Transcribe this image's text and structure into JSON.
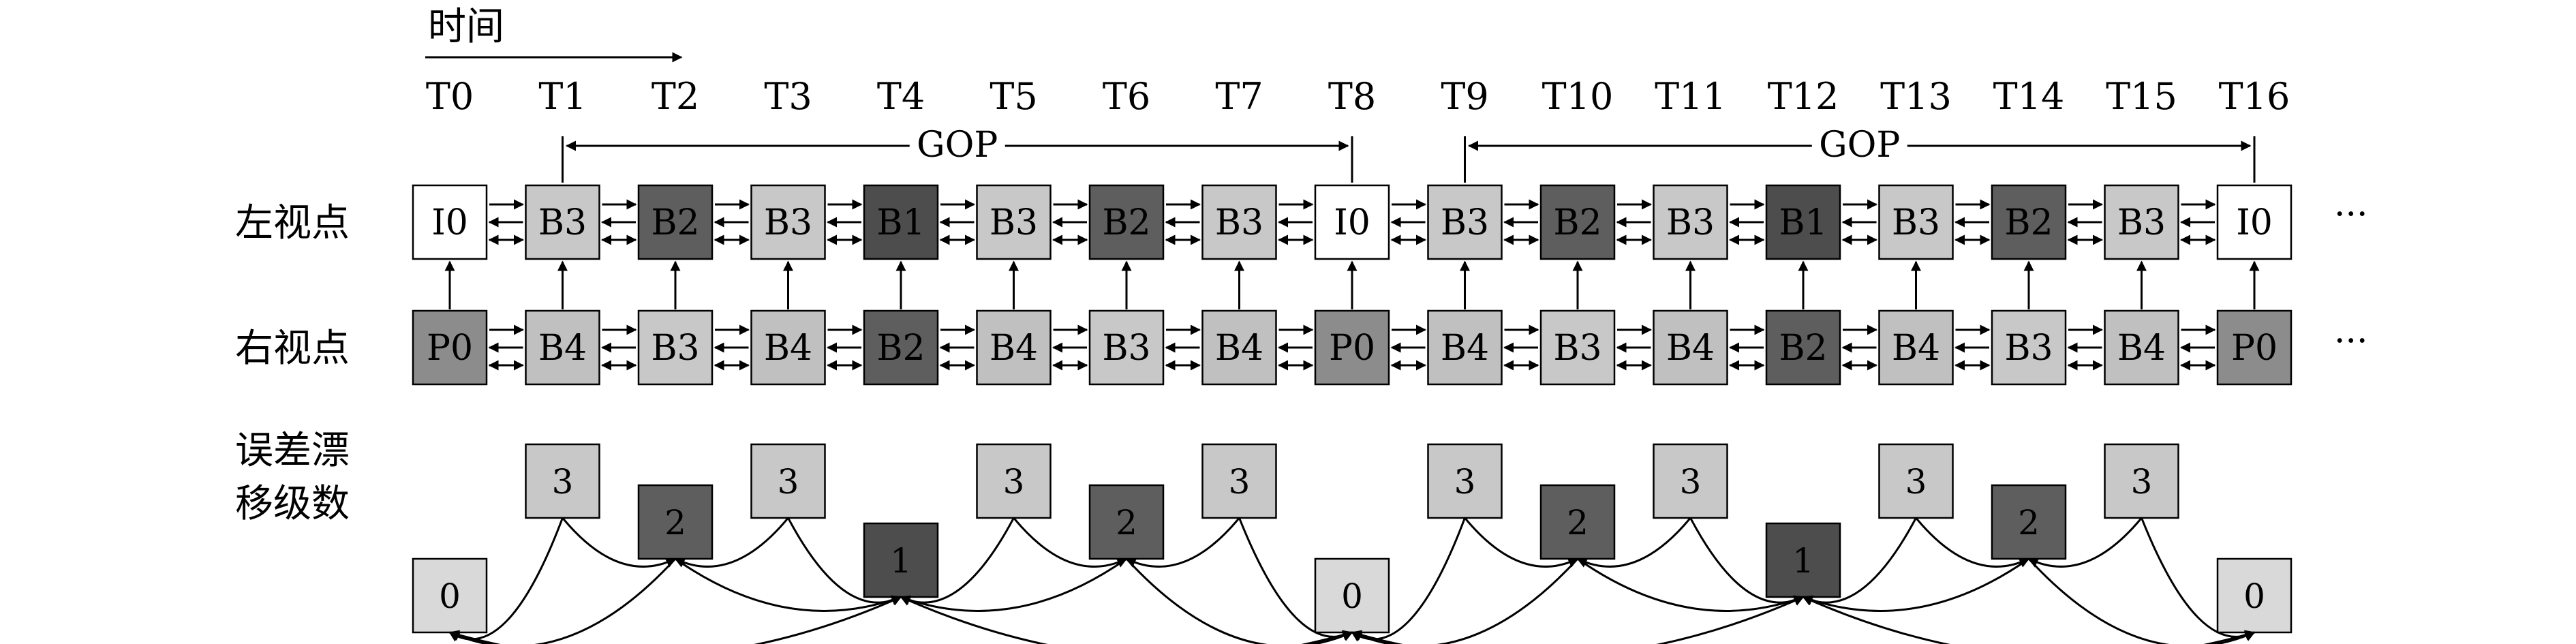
{
  "time_label": "时间",
  "time_points": [
    "T0",
    "T1",
    "T2",
    "T3",
    "T4",
    "T5",
    "T6",
    "T7",
    "T8",
    "T9",
    "T10",
    "T11",
    "T12",
    "T13",
    "T14",
    "T15",
    "T16"
  ],
  "gop_label": "GOP",
  "left_view": {
    "label": "左视点",
    "frames": [
      "I0",
      "B3",
      "B2",
      "B3",
      "B1",
      "B3",
      "B2",
      "B3",
      "I0",
      "B3",
      "B2",
      "B3",
      "B1",
      "B3",
      "B2",
      "B3",
      "I0"
    ],
    "ellipsis": "···"
  },
  "right_view": {
    "label": "右视点",
    "frames": [
      "P0",
      "B4",
      "B3",
      "B4",
      "B2",
      "B4",
      "B3",
      "B4",
      "P0",
      "B4",
      "B3",
      "B4",
      "B2",
      "B4",
      "B3",
      "B4",
      "P0"
    ],
    "ellipsis": "···"
  },
  "drift_label_line1": "误差漂",
  "drift_label_line2": "移级数",
  "drift_levels": [
    "0",
    "3",
    "2",
    "3",
    "1",
    "3",
    "2",
    "3",
    "0",
    "3",
    "2",
    "3",
    "1",
    "3",
    "2",
    "3",
    "0"
  ],
  "level_colors": {
    "0": "#d9d9d9",
    "1": "#4d4d4d",
    "2": "#5e5e5e",
    "3": "#c8c8c8"
  },
  "frame_colors": {
    "I0": "#ffffff",
    "P0": "#8c8c8c",
    "B1": "#4d4d4d",
    "B2": "#5e5e5e",
    "B3": "#c8c8c8",
    "B4": "#c0c0c0"
  },
  "text_colors": {
    "dark": "#ffffff",
    "light": "#000000"
  }
}
